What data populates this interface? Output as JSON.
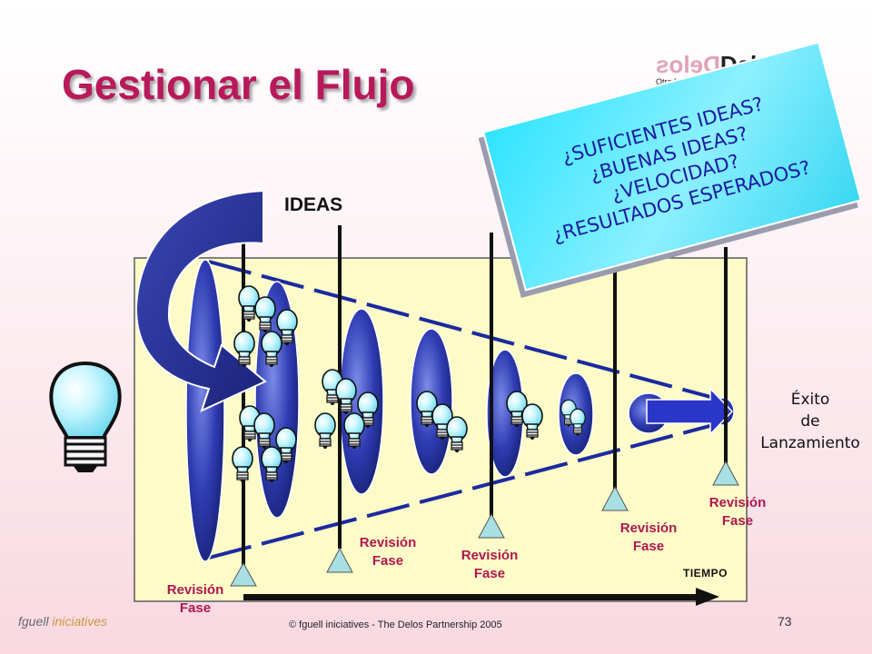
{
  "title": "Gestionar el Flujo",
  "logo": {
    "mirrored": "Delos",
    "brand": "Delos",
    "tagline": "Otra forma"
  },
  "callout": {
    "lines": [
      "¿SUFICIENTES IDEAS?",
      "¿BUENAS IDEAS?",
      "¿VELOCIDAD?",
      "¿RESULTADOS ESPERADOS?"
    ]
  },
  "ideas_label": "IDEAS",
  "success_label": [
    "Éxito",
    "de",
    "Lanzamiento"
  ],
  "review_label": [
    "Revisión",
    "Fase"
  ],
  "time_label": "TIEMPO",
  "footer": {
    "brand_a": "fguell",
    "brand_b": "iniciatives",
    "copyright": "© fguell iniciatives - The Delos Partnership 2005",
    "page": "73"
  },
  "colors": {
    "title": "#b8195a",
    "label": "#b0174e",
    "callout": "#2fe4ff",
    "panel": "#fdfbc8",
    "funnel": "#2d3ab0",
    "bulb": "#aff2ff"
  },
  "icons": [
    "lightbulb-icon",
    "curved-arrow-icon",
    "triangle-marker-icon",
    "time-arrow-icon"
  ]
}
